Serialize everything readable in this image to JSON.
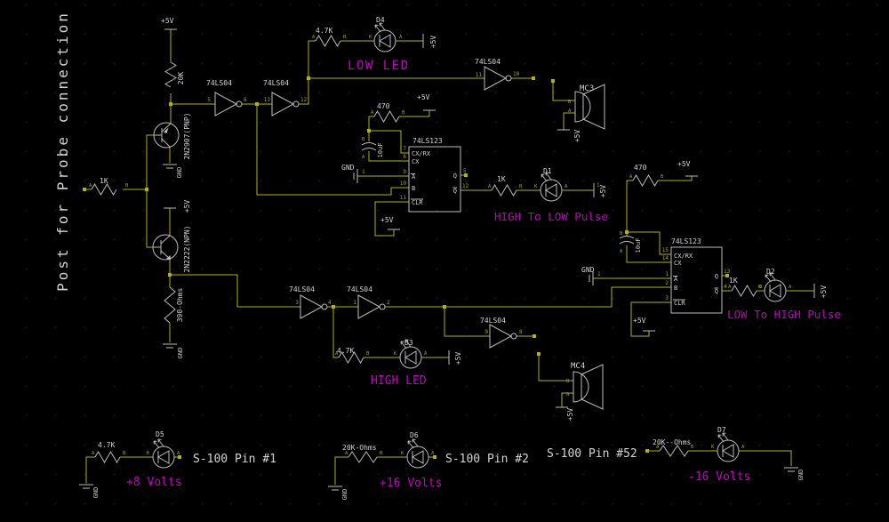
{
  "colors": {
    "background": "#000000",
    "wire": "#b3b300",
    "symbol": "#bcbcbc",
    "text": "#d4d4d4",
    "accent_magenta": "#c100c1",
    "pin_text": "#a8a800"
  },
  "labels": {
    "title": "Post for Probe connection",
    "v5": "+5V",
    "gnd": "GND",
    "r20k": "20K",
    "q1": "2N2907(PNP)",
    "q2": "2N2222(NPN)",
    "r390": "390-Ohms",
    "r1k": "1K",
    "r47k": "4.7K",
    "r470": "470",
    "c10uf": "10uF",
    "inv": "74LS04",
    "oneshot": "74LS123",
    "cxrx": "CX/RX",
    "cx": "CX",
    "a": "A",
    "b": "B",
    "k": "K",
    "clr": "CLR",
    "q": "Q",
    "d1": "D1",
    "d2": "D2",
    "d3": "D3",
    "d4": "D4",
    "d5": "D5",
    "d6": "D6",
    "d7": "D7",
    "mc3": "MC3",
    "mc4": "MC4",
    "low_led": "LOW LED",
    "high_led": "HIGH LED",
    "h2l": "HIGH To LOW Pulse",
    "l2h": "LOW To HIGH Pulse",
    "s100_1": "S-100 Pin #1",
    "s100_2": "S-100 Pin #2",
    "s100_52": "S-100 Pin #52",
    "r20k_ohms": "20K-Ohms",
    "r20k_ohms52": "20K--Ohms",
    "v8": "+8 Volts",
    "v16": "+16 Volts",
    "vn16": "-16 Volts"
  },
  "pins": {
    "p1": "1",
    "p2": "2",
    "p3": "3",
    "p4": "4",
    "p5": "5",
    "p6": "6",
    "p7": "7",
    "p8": "8",
    "p9": "9",
    "p10": "10",
    "p11": "11",
    "p12": "12",
    "p13": "13",
    "p14": "14",
    "p15": "15"
  }
}
